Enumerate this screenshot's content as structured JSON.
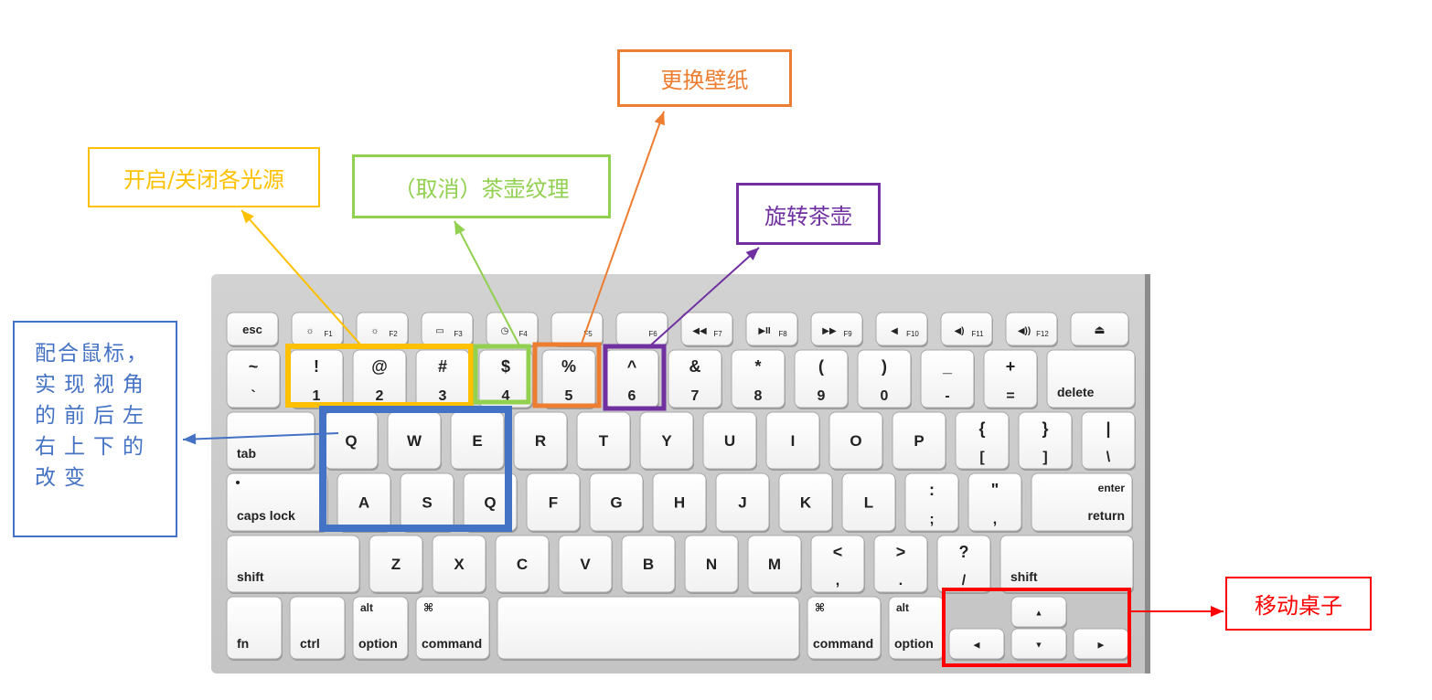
{
  "annotations": {
    "lights": {
      "text": "开启/关闭各光源",
      "color": "#ffc000",
      "keys": [
        "1",
        "2",
        "3"
      ]
    },
    "texture": {
      "text": "（取消）茶壶纹理",
      "color": "#92d050",
      "keys": [
        "4"
      ]
    },
    "wallpaper": {
      "text": "更换壁纸",
      "color": "#ed7d31",
      "keys": [
        "5"
      ]
    },
    "rotate": {
      "text": "旋转茶壶",
      "color": "#7030a0",
      "keys": [
        "6"
      ]
    },
    "view": {
      "lines": [
        "配合鼠标，",
        "实现视角",
        "的前后左",
        "右上下的",
        "改变"
      ],
      "color": "#4472c4",
      "keys": [
        "Q",
        "W",
        "E",
        "A",
        "S",
        "Q"
      ]
    },
    "table": {
      "text": "移动桌子",
      "color": "#ff0000",
      "keys": [
        "arrows"
      ]
    }
  },
  "keyboard": {
    "function_row": [
      {
        "main": "esc"
      },
      {
        "main": "☼",
        "sub": "F1"
      },
      {
        "main": "☼",
        "sub": "F2"
      },
      {
        "main": "▭",
        "sub": "F3"
      },
      {
        "main": "◷",
        "sub": "F4"
      },
      {
        "main": "",
        "sub": "F5"
      },
      {
        "main": "",
        "sub": "F6"
      },
      {
        "main": "◀◀",
        "sub": "F7"
      },
      {
        "main": "▶II",
        "sub": "F8"
      },
      {
        "main": "▶▶",
        "sub": "F9"
      },
      {
        "main": "◀",
        "sub": "F10"
      },
      {
        "main": "◀)",
        "sub": "F11"
      },
      {
        "main": "◀))",
        "sub": "F12"
      },
      {
        "main": "⏏"
      }
    ],
    "number_row": [
      {
        "top": "~",
        "bottom": "`"
      },
      {
        "top": "!",
        "bottom": "1"
      },
      {
        "top": "@",
        "bottom": "2"
      },
      {
        "top": "#",
        "bottom": "3"
      },
      {
        "top": "$",
        "bottom": "4"
      },
      {
        "top": "%",
        "bottom": "5"
      },
      {
        "top": "^",
        "bottom": "6"
      },
      {
        "top": "&",
        "bottom": "7"
      },
      {
        "top": "*",
        "bottom": "8"
      },
      {
        "top": "(",
        "bottom": "9"
      },
      {
        "top": ")",
        "bottom": "0"
      },
      {
        "top": "_",
        "bottom": "-"
      },
      {
        "top": "+",
        "bottom": "="
      },
      {
        "label": "delete"
      }
    ],
    "qwerty_row": [
      {
        "label": "tab"
      },
      {
        "main": "Q"
      },
      {
        "main": "W"
      },
      {
        "main": "E"
      },
      {
        "main": "R"
      },
      {
        "main": "T"
      },
      {
        "main": "Y"
      },
      {
        "main": "U"
      },
      {
        "main": "I"
      },
      {
        "main": "O"
      },
      {
        "main": "P"
      },
      {
        "top": "{",
        "bottom": "["
      },
      {
        "top": "}",
        "bottom": "]"
      },
      {
        "top": "|",
        "bottom": "\\"
      }
    ],
    "home_row": [
      {
        "label": "caps lock"
      },
      {
        "main": "A"
      },
      {
        "main": "S"
      },
      {
        "main": "Q"
      },
      {
        "main": "F"
      },
      {
        "main": "G"
      },
      {
        "main": "H"
      },
      {
        "main": "J"
      },
      {
        "main": "K"
      },
      {
        "main": "L"
      },
      {
        "top": ":",
        "bottom": ";"
      },
      {
        "top": "\"",
        "bottom": ","
      },
      {
        "top": "enter",
        "bottom": "return"
      }
    ],
    "shift_row": [
      {
        "label": "shift"
      },
      {
        "main": "Z"
      },
      {
        "main": "X"
      },
      {
        "main": "C"
      },
      {
        "main": "V"
      },
      {
        "main": "B"
      },
      {
        "main": "N"
      },
      {
        "main": "M"
      },
      {
        "top": "<",
        "bottom": ","
      },
      {
        "top": ">",
        "bottom": "."
      },
      {
        "top": "?",
        "bottom": "/"
      },
      {
        "label": "shift"
      }
    ],
    "bottom_row": [
      {
        "label": "fn"
      },
      {
        "label": "ctrl"
      },
      {
        "top": "alt",
        "bottom": "option"
      },
      {
        "top": "⌘",
        "bottom": "command"
      },
      {
        "label": ""
      },
      {
        "top": "⌘",
        "bottom": "command"
      },
      {
        "top": "alt",
        "bottom": "option"
      }
    ],
    "arrow_keys": {
      "up": "▲",
      "down": "▼",
      "left": "◀",
      "right": "▶"
    }
  }
}
